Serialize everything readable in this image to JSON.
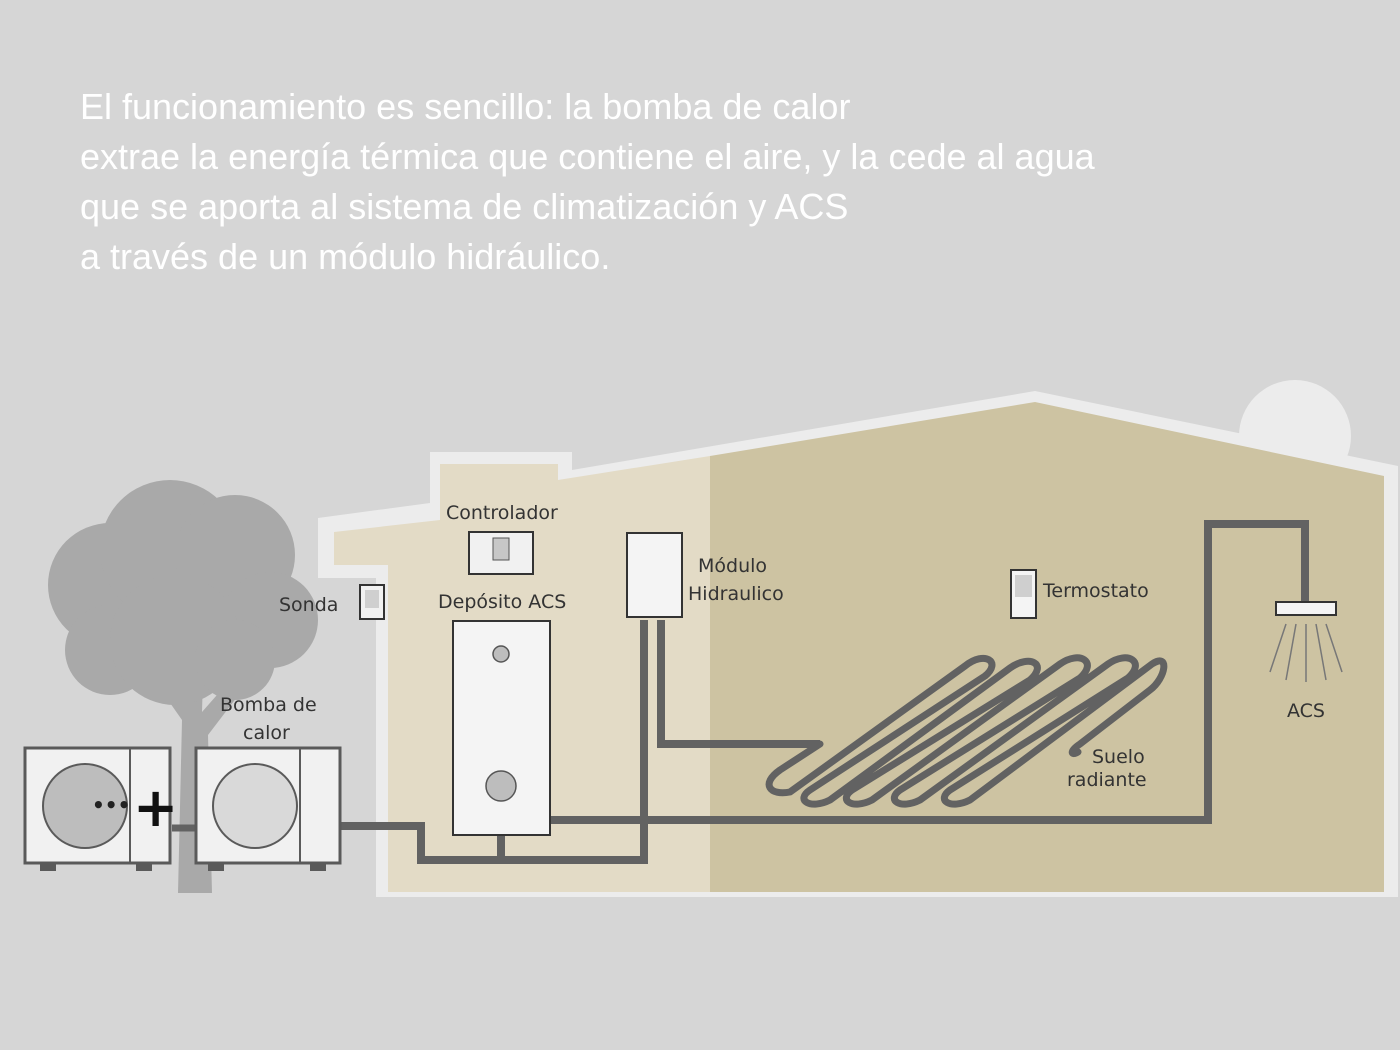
{
  "intro": {
    "lines": [
      "El funcionamiento es sencillo: la bomba de calor",
      "extrae la energía térmica que contiene el aire, y la cede al agua",
      "que se aporta al sistema de climatización y ACS",
      "a través de un módulo hidráulico."
    ]
  },
  "labels": {
    "controlador": "Controlador",
    "deposito": "Depósito ACS",
    "sonda": "Sonda",
    "modulo_1": "Módulo",
    "modulo_2": "Hidraulico",
    "termostato": "Termostato",
    "acs": "ACS",
    "bomba_1": "Bomba de",
    "bomba_2": "calor",
    "suelo_1": "Suelo",
    "suelo_2": "radiante",
    "plus_sign": "+",
    "dots": "•••"
  },
  "colors": {
    "background": "#d6d6d6",
    "house_outline": "#ececec",
    "house_left_fill": "#e3dbc6",
    "house_right_fill": "#cdc3a2",
    "pipe": "#626262",
    "tree": "#a9a9a9",
    "intro_text": "#ffffff",
    "label_text": "#333333"
  }
}
